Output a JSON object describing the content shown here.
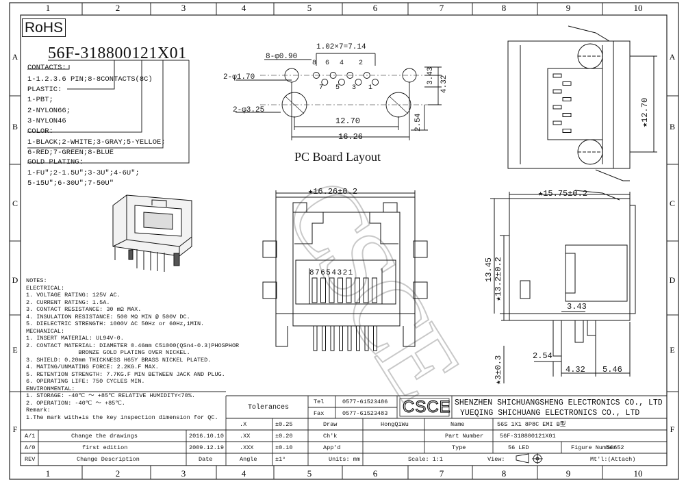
{
  "columns": [
    "1",
    "2",
    "3",
    "4",
    "5",
    "6",
    "7",
    "8",
    "9",
    "10"
  ],
  "rows": [
    "A",
    "B",
    "C",
    "D",
    "E",
    "F"
  ],
  "rohs": "RoHS",
  "part_code": {
    "number": "56F-318800121X01",
    "lines": [
      "CONTACTS:",
      "1-1.2.3.6 PIN;8-8CONTACTS(8C)",
      "PLASTIC:",
      "1-PBT;",
      "2-NYLON66;",
      "3-NYLON46",
      "COLOR:",
      "1-BLACK;2-WHITE;3-GRAY;5-YELLOE;",
      "6-RED;7-GREEN;8-BLUE",
      "GOLD PLATING:",
      "1-FU\";2-1.5U\";3-3U\";4-6U\";",
      "5-15U\";6-30U\";7-50U\""
    ]
  },
  "pcb": {
    "title": "PC Board Layout",
    "dim_pitch": "1.02×7=7.14",
    "dim_hole_small": "8-φ0.90",
    "dim_hole_170": "2-φ1.70",
    "dim_hole_325": "2-φ3.25",
    "dim_1270": "12.70",
    "dim_1626": "16.26",
    "dim_343": "3.43",
    "dim_432": "4.32",
    "dim_254": "2.54",
    "pins_top": [
      "8",
      "6",
      "4",
      "2"
    ],
    "pins_bottom": [
      "7",
      "5",
      "3",
      "1"
    ]
  },
  "front": {
    "dim_width": "★16.26±0.2",
    "pin_labels": "87654321"
  },
  "top_view": {
    "dim_1270": "★12.70"
  },
  "side": {
    "dim_width": "★15.75±0.2",
    "dim_1345": "13.45",
    "dim_132": "★13.2±0.2",
    "dim_343": "3.43",
    "dim_254": "2.54",
    "dim_432": "4.32",
    "dim_546": "5.46",
    "dim_3": "★3±0.3"
  },
  "watermark": "CSCE",
  "notes": [
    "NOTES:",
    "ELECTRICAL:",
    "1. VOLTAGE RATING: 125V AC.",
    "2. CURRENT RATING: 1.5A.",
    "3. CONTACT RESISTANCE: 30 mΩ MAX.",
    "4. INSULATION RESISTANCE: 500 MΩ MIN @ 500V DC.",
    "5. DIELECTRIC STRENGTH: 1000V AC 50Hz or 60Hz,1MIN.",
    "MECHANICAL:",
    "1. INSERT MATERIAL: UL94V-0.",
    "2. CONTACT MATERIAL: DIAMETER 0.46mm C51000(QSn4-0.3)PHOSPHOR",
    "               BRONZE GOLD PLATING OVER NICKEL.",
    "3. SHIELD: 0.20mm THICKNESS H65Y BRASS NICKEL PLATED.",
    "4. MATING/UNMATING FORCE: 2.2KG.F MAX.",
    "5. RETENTION STRENGTH: 7.7KG.F MIN BETWEEN JACK AND PLUG.",
    "6. OPERATING LIFE: 750 CYCLES MIN.",
    "ENVIRONMENTAL:",
    "1. STORAGE: -40℃ ～ +85℃ RELATIVE HUMIDITY<70%.",
    "2. OPERATION: -40℃ ～ +85℃.",
    "Remark:",
    "1.The mark with★is the key inspection dimension for QC."
  ],
  "revisions": [
    {
      "rev": "A/1",
      "desc": "Change the drawings",
      "date": "2016.10.10"
    },
    {
      "rev": "A/0",
      "desc": "first edition",
      "date": "2009.12.19"
    },
    {
      "rev": "REV",
      "desc": "Change Description",
      "date": "Date"
    }
  ],
  "tolerances": {
    "label": "Tolerances",
    "rows": [
      {
        "k": ".X",
        "v": "±0.25"
      },
      {
        "k": ".XX",
        "v": "±0.20"
      },
      {
        "k": ".XXX",
        "v": "±0.10"
      },
      {
        "k": "Angle",
        "v": "±1°"
      }
    ]
  },
  "contact": {
    "tel_label": "Tel",
    "tel": "0577-61523486",
    "fax_label": "Fax",
    "fax": "0577-61523483"
  },
  "logo": "CSCE",
  "company": {
    "line1": "SHENZHEN SHICHUANGSHENG ELECTRONICS CO., LTD",
    "line2": "YUEQING SHICHUANG ELECTRONICS CO., LTD"
  },
  "titleblock": {
    "draw_label": "Draw",
    "draw_value": "HongQiWu",
    "name_label": "Name",
    "name_value": "56S 1X1 8P8C EMI B型",
    "chk_label": "Ch'k",
    "part_label": "Part Number",
    "part_value": "56F-318800121X01",
    "appd_label": "App'd",
    "type_label": "Type",
    "type_value": "56 LED",
    "figure_label": "Figure Number",
    "figure_value": "SC652",
    "units": "Units: mm",
    "scale": "Scale: 1:1",
    "view": "View:",
    "material": "Mt'l:(Attach)"
  }
}
